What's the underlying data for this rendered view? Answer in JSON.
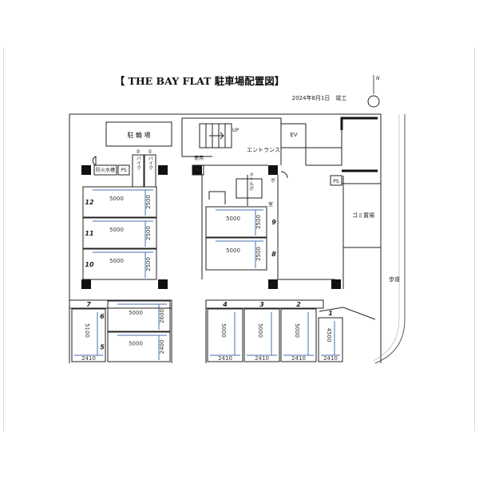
{
  "title": "【 THE BAY FLAT 駐車場配置図】",
  "date": "2024年8月1日　竣工",
  "north_label": "N",
  "labels": {
    "bike_parking": "駐 輪 場",
    "entrance": "エントランス",
    "ev": "EV",
    "up": "UP",
    "used": "使用",
    "ps": "PS",
    "fire_tank": "防火水槽",
    "bike1": "① バイク",
    "bike2": "② バイク",
    "garbage": "ゴミ置場",
    "sidewalk": "歩道",
    "room_vert": "メールボ",
    "room_sub": "ボ",
    "room_sub2": "室"
  },
  "spaces": [
    {
      "no": "12",
      "length": "5000",
      "width": "2500"
    },
    {
      "no": "11",
      "length": "5000",
      "width": "2500"
    },
    {
      "no": "10",
      "length": "5000",
      "width": "2500"
    },
    {
      "no": "9",
      "length": "5000",
      "width": "2500"
    },
    {
      "no": "8",
      "length": "5000",
      "width": "2500"
    },
    {
      "no": "7",
      "length": "5100",
      "width": "2410"
    },
    {
      "no": "6",
      "length": "5000",
      "width": "2600"
    },
    {
      "no": "5",
      "length": "5000",
      "width": "2400"
    },
    {
      "no": "4",
      "length": "5000",
      "width": "2410"
    },
    {
      "no": "3",
      "length": "5000",
      "width": "2410"
    },
    {
      "no": "2",
      "length": "5000",
      "width": "2410"
    },
    {
      "no": "1",
      "length": "4500",
      "width": "2410"
    }
  ]
}
